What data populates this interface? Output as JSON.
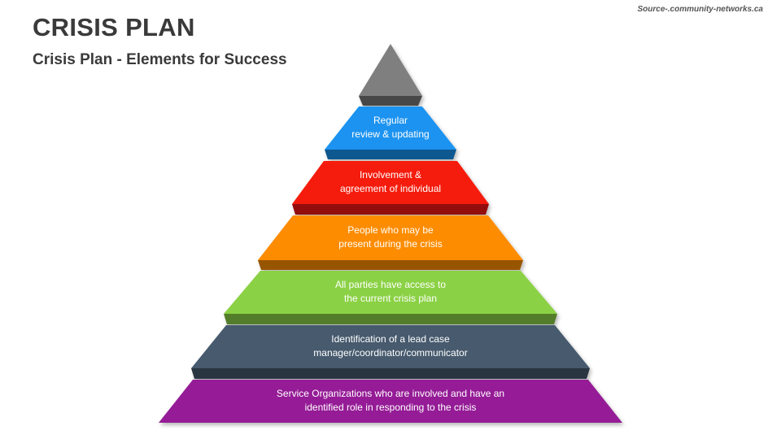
{
  "header": {
    "title": "CRISIS PLAN",
    "subtitle": "Crisis Plan - Elements for Success",
    "source": "Source-.community-networks.ca"
  },
  "pyramid": {
    "apex_color": "#7f7f7f",
    "tiers": [
      {
        "label": "Regular\nreview & updating",
        "color": "#1a93f0"
      },
      {
        "label": "Involvement &\nagreement of individual",
        "color": "#f51d0d"
      },
      {
        "label": "People who may be\npresent during the crisis",
        "color": "#fd8c05"
      },
      {
        "label": "All parties have access to\nthe current crisis plan",
        "color": "#8bd144"
      },
      {
        "label": "Identification of a lead case\nmanager/coordinator/communicator",
        "color": "#475a6e"
      },
      {
        "label": "Service Organizations who are involved and have an\nidentified role in responding to the crisis",
        "color": "#951b96"
      }
    ]
  }
}
